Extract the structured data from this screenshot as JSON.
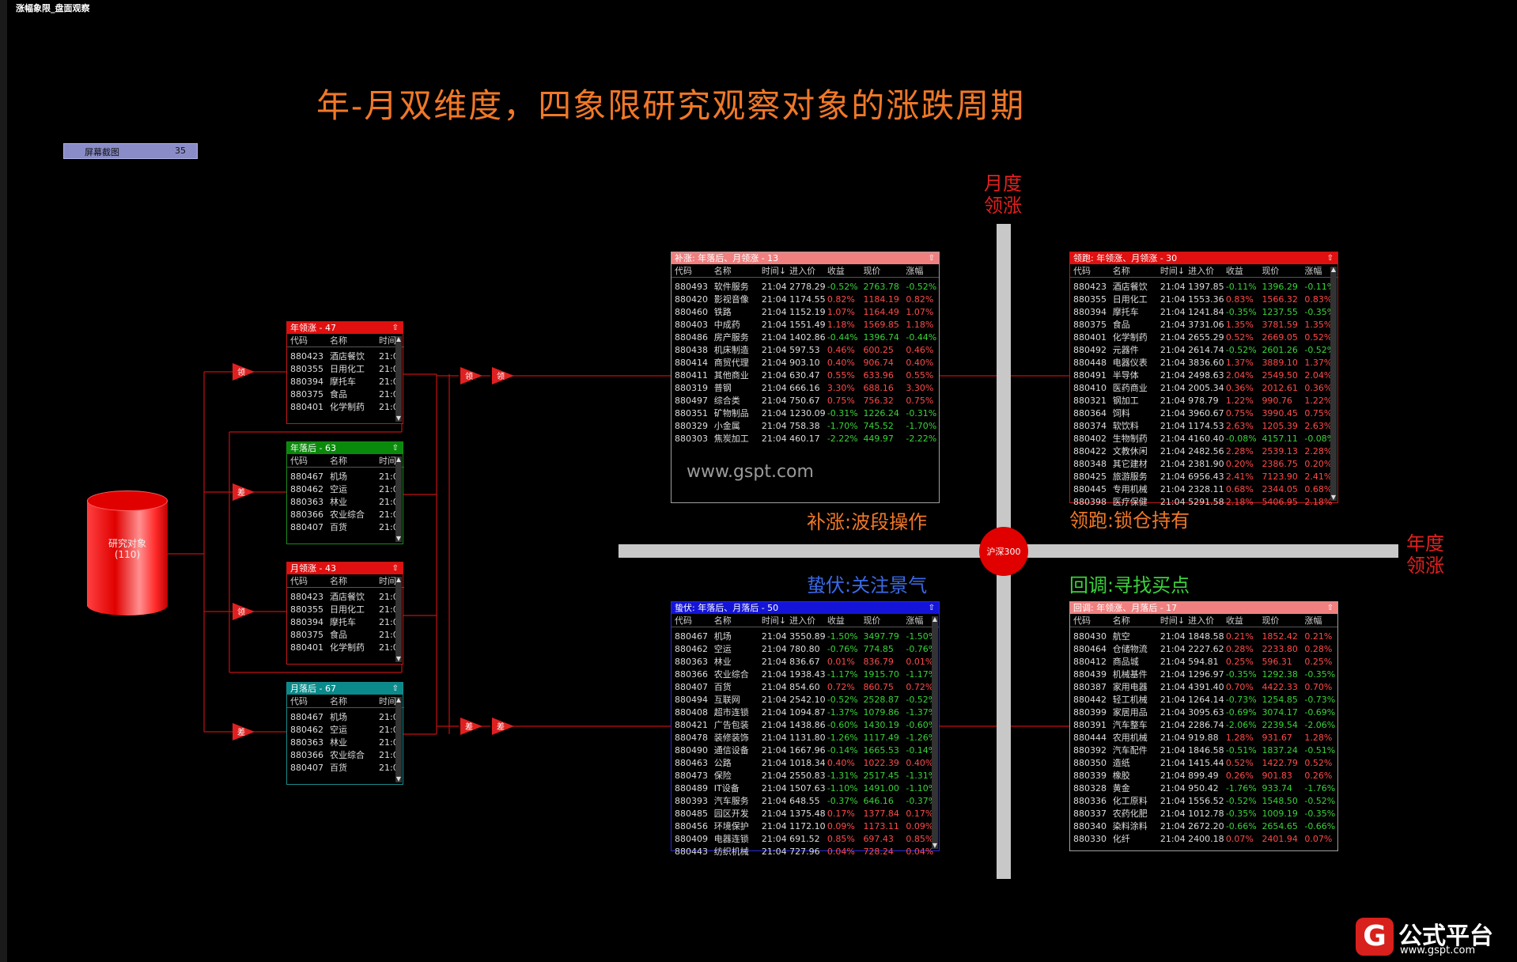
{
  "window": {
    "title": "涨幅象限_盘面观察"
  },
  "main_title": "年-月双维度，四象限研究观察对象的涨跌周期",
  "screenshot_bar": {
    "label": "屏幕截图",
    "count": "35"
  },
  "source": {
    "label": "研究对象",
    "count": "(110)"
  },
  "axis": {
    "center": "沪深300",
    "month_lead": [
      "月度",
      "领涨"
    ],
    "year_lead": [
      "年度",
      "领涨"
    ]
  },
  "quadrant_labels": {
    "catchup": "补涨:波段操作",
    "leader": "领跑:锁仓持有",
    "dormant": "蛰伏:关注景气",
    "pullback": "回调:寻找买点"
  },
  "watermark": "www.gspt.com",
  "brand": {
    "logo": "G",
    "name": "公式平台",
    "url": "www.gspt.com"
  },
  "filter_nodes": {
    "left": [
      "领",
      "差",
      "领",
      "差"
    ],
    "mid": [
      "领",
      "领",
      "差",
      "差"
    ]
  },
  "colors": {
    "red_header": "#e01010",
    "green_header": "#0a8a0a",
    "teal_header": "#0a8a8a",
    "pink_header": "#f08080",
    "blue_header": "#1414d8",
    "pos": "#ff4a4a",
    "neg": "#3ad23a",
    "title": "#f07828",
    "axis": "#c8c8c8"
  },
  "left_panels": [
    {
      "title": "年领涨 - 47",
      "color": "#e01010",
      "cols": [
        "代码",
        "名称",
        "时间"
      ],
      "rows": [
        [
          "880423",
          "酒店餐饮",
          "21:0"
        ],
        [
          "880355",
          "日用化工",
          "21:0"
        ],
        [
          "880394",
          "摩托车",
          "21:0"
        ],
        [
          "880375",
          "食品",
          "21:0"
        ],
        [
          "880401",
          "化学制药",
          "21:0"
        ]
      ]
    },
    {
      "title": "年落后 - 63",
      "color": "#0a8a0a",
      "cols": [
        "代码",
        "名称",
        "时间"
      ],
      "rows": [
        [
          "880467",
          "机场",
          "21:0"
        ],
        [
          "880462",
          "空运",
          "21:0"
        ],
        [
          "880363",
          "林业",
          "21:0"
        ],
        [
          "880366",
          "农业综合",
          "21:0"
        ],
        [
          "880407",
          "百货",
          "21:0"
        ]
      ]
    },
    {
      "title": "月领涨 - 43",
      "color": "#e01010",
      "cols": [
        "代码",
        "名称",
        "时间"
      ],
      "rows": [
        [
          "880423",
          "酒店餐饮",
          "21:0"
        ],
        [
          "880355",
          "日用化工",
          "21:0"
        ],
        [
          "880394",
          "摩托车",
          "21:0"
        ],
        [
          "880375",
          "食品",
          "21:0"
        ],
        [
          "880401",
          "化学制药",
          "21:0"
        ]
      ]
    },
    {
      "title": "月落后 - 67",
      "color": "#0a8a8a",
      "cols": [
        "代码",
        "名称",
        "时间"
      ],
      "rows": [
        [
          "880467",
          "机场",
          "21:0"
        ],
        [
          "880462",
          "空运",
          "21:0"
        ],
        [
          "880363",
          "林业",
          "21:0"
        ],
        [
          "880366",
          "农业综合",
          "21:0"
        ],
        [
          "880407",
          "百货",
          "21:0"
        ]
      ]
    }
  ],
  "quad_panels": {
    "catchup": {
      "title": "补涨: 年落后、月领涨 - 13",
      "color": "#f08080",
      "cols": [
        "代码",
        "名称",
        "时间↓",
        "进入价",
        "收益",
        "现价",
        "涨幅"
      ],
      "rows": [
        [
          "880493",
          "软件服务",
          "21:04",
          "2778.29",
          "-0.52%",
          "2763.78",
          "-0.52%"
        ],
        [
          "880420",
          "影视音像",
          "21:04",
          "1174.55",
          "0.82%",
          "1184.19",
          "0.82%"
        ],
        [
          "880460",
          "铁路",
          "21:04",
          "1152.19",
          "1.07%",
          "1164.49",
          "1.07%"
        ],
        [
          "880403",
          "中成药",
          "21:04",
          "1551.49",
          "1.18%",
          "1569.85",
          "1.18%"
        ],
        [
          "880486",
          "房产服务",
          "21:04",
          "1402.86",
          "-0.44%",
          "1396.74",
          "-0.44%"
        ],
        [
          "880438",
          "机床制造",
          "21:04",
          "597.53",
          "0.46%",
          "600.25",
          "0.46%"
        ],
        [
          "880414",
          "商贸代理",
          "21:04",
          "903.10",
          "0.40%",
          "906.74",
          "0.40%"
        ],
        [
          "880411",
          "其他商业",
          "21:04",
          "630.47",
          "0.55%",
          "633.96",
          "0.55%"
        ],
        [
          "880319",
          "普钢",
          "21:04",
          "666.16",
          "3.30%",
          "688.16",
          "3.30%"
        ],
        [
          "880497",
          "综合类",
          "21:04",
          "750.67",
          "0.75%",
          "756.32",
          "0.75%"
        ],
        [
          "880351",
          "矿物制品",
          "21:04",
          "1230.09",
          "-0.31%",
          "1226.24",
          "-0.31%"
        ],
        [
          "880329",
          "小金属",
          "21:04",
          "758.38",
          "-1.70%",
          "745.52",
          "-1.70%"
        ],
        [
          "880303",
          "焦炭加工",
          "21:04",
          "460.17",
          "-2.22%",
          "449.97",
          "-2.22%"
        ]
      ]
    },
    "leader": {
      "title": "领跑: 年领涨、月领涨 - 30",
      "color": "#e01010",
      "cols": [
        "代码",
        "名称",
        "时间↓",
        "进入价",
        "收益",
        "现价",
        "涨幅"
      ],
      "rows": [
        [
          "880423",
          "酒店餐饮",
          "21:04",
          "1397.85",
          "-0.11%",
          "1396.29",
          "-0.11%"
        ],
        [
          "880355",
          "日用化工",
          "21:04",
          "1553.36",
          "0.83%",
          "1566.32",
          "0.83%"
        ],
        [
          "880394",
          "摩托车",
          "21:04",
          "1241.84",
          "-0.35%",
          "1237.55",
          "-0.35%"
        ],
        [
          "880375",
          "食品",
          "21:04",
          "3731.06",
          "1.35%",
          "3781.59",
          "1.35%"
        ],
        [
          "880401",
          "化学制药",
          "21:04",
          "2655.29",
          "0.52%",
          "2669.05",
          "0.52%"
        ],
        [
          "880492",
          "元器件",
          "21:04",
          "2614.74",
          "-0.52%",
          "2601.26",
          "-0.52%"
        ],
        [
          "880448",
          "电器仪表",
          "21:04",
          "3836.60",
          "1.37%",
          "3889.10",
          "1.37%"
        ],
        [
          "880491",
          "半导体",
          "21:04",
          "2498.63",
          "2.04%",
          "2549.50",
          "2.04%"
        ],
        [
          "880410",
          "医药商业",
          "21:04",
          "2005.34",
          "0.36%",
          "2012.61",
          "0.36%"
        ],
        [
          "880321",
          "钢加工",
          "21:04",
          "978.79",
          "1.22%",
          "990.76",
          "1.22%"
        ],
        [
          "880364",
          "饲料",
          "21:04",
          "3960.67",
          "0.75%",
          "3990.45",
          "0.75%"
        ],
        [
          "880374",
          "软饮料",
          "21:04",
          "1174.53",
          "2.63%",
          "1205.39",
          "2.63%"
        ],
        [
          "880402",
          "生物制药",
          "21:04",
          "4160.40",
          "-0.08%",
          "4157.11",
          "-0.08%"
        ],
        [
          "880422",
          "文教休闲",
          "21:04",
          "2482.56",
          "2.28%",
          "2539.13",
          "2.28%"
        ],
        [
          "880348",
          "其它建材",
          "21:04",
          "2381.90",
          "0.20%",
          "2386.75",
          "0.20%"
        ],
        [
          "880425",
          "旅游服务",
          "21:04",
          "6956.43",
          "2.41%",
          "7123.90",
          "2.41%"
        ],
        [
          "880445",
          "专用机械",
          "21:04",
          "2328.11",
          "0.68%",
          "2344.05",
          "0.68%"
        ],
        [
          "880398",
          "医疗保健",
          "21:04",
          "5291.58",
          "2.18%",
          "5406.95",
          "2.18%"
        ]
      ]
    },
    "dormant": {
      "title": "蛰伏: 年落后、月落后 - 50",
      "color": "#1414d8",
      "cols": [
        "代码",
        "名称",
        "时间↓",
        "进入价",
        "收益",
        "现价",
        "涨幅"
      ],
      "rows": [
        [
          "880467",
          "机场",
          "21:04",
          "3550.89",
          "-1.50%",
          "3497.79",
          "-1.50%"
        ],
        [
          "880462",
          "空运",
          "21:04",
          "780.80",
          "-0.76%",
          "774.85",
          "-0.76%"
        ],
        [
          "880363",
          "林业",
          "21:04",
          "836.67",
          "0.01%",
          "836.79",
          "0.01%"
        ],
        [
          "880366",
          "农业综合",
          "21:04",
          "1938.43",
          "-1.17%",
          "1915.70",
          "-1.17%"
        ],
        [
          "880407",
          "百货",
          "21:04",
          "854.60",
          "0.72%",
          "860.75",
          "0.72%"
        ],
        [
          "880494",
          "互联网",
          "21:04",
          "2542.10",
          "-0.52%",
          "2528.87",
          "-0.52%"
        ],
        [
          "880408",
          "超市连锁",
          "21:04",
          "1094.87",
          "-1.37%",
          "1079.86",
          "-1.37%"
        ],
        [
          "880421",
          "广告包装",
          "21:04",
          "1438.86",
          "-0.60%",
          "1430.19",
          "-0.60%"
        ],
        [
          "880478",
          "装修装饰",
          "21:04",
          "1131.80",
          "-1.26%",
          "1117.49",
          "-1.26%"
        ],
        [
          "880490",
          "通信设备",
          "21:04",
          "1667.96",
          "-0.14%",
          "1665.53",
          "-0.14%"
        ],
        [
          "880463",
          "公路",
          "21:04",
          "1018.34",
          "0.40%",
          "1022.39",
          "0.40%"
        ],
        [
          "880473",
          "保险",
          "21:04",
          "2550.83",
          "-1.31%",
          "2517.45",
          "-1.31%"
        ],
        [
          "880489",
          "IT设备",
          "21:04",
          "1507.63",
          "-1.10%",
          "1491.00",
          "-1.10%"
        ],
        [
          "880393",
          "汽车服务",
          "21:04",
          "648.55",
          "-0.37%",
          "646.16",
          "-0.37%"
        ],
        [
          "880485",
          "园区开发",
          "21:04",
          "1375.48",
          "0.17%",
          "1377.84",
          "0.17%"
        ],
        [
          "880456",
          "环境保护",
          "21:04",
          "1172.10",
          "0.09%",
          "1173.11",
          "0.09%"
        ],
        [
          "880409",
          "电器连锁",
          "21:04",
          "691.52",
          "0.85%",
          "697.43",
          "0.85%"
        ],
        [
          "880443",
          "纺织机械",
          "21:04",
          "727.96",
          "0.04%",
          "728.24",
          "0.04%"
        ]
      ]
    },
    "pullback": {
      "title": "回调: 年领涨、月落后 - 17",
      "color": "#f08080",
      "cols": [
        "代码",
        "名称",
        "时间↓",
        "进入价",
        "收益",
        "现价",
        "涨幅"
      ],
      "rows": [
        [
          "880430",
          "航空",
          "21:04",
          "1848.58",
          "0.21%",
          "1852.42",
          "0.21%"
        ],
        [
          "880464",
          "仓储物流",
          "21:04",
          "2227.62",
          "0.28%",
          "2233.80",
          "0.28%"
        ],
        [
          "880412",
          "商品城",
          "21:04",
          "594.81",
          "0.25%",
          "596.31",
          "0.25%"
        ],
        [
          "880439",
          "机械基件",
          "21:04",
          "1296.97",
          "-0.35%",
          "1292.38",
          "-0.35%"
        ],
        [
          "880387",
          "家用电器",
          "21:04",
          "4391.40",
          "0.70%",
          "4422.33",
          "0.70%"
        ],
        [
          "880442",
          "轻工机械",
          "21:04",
          "1264.14",
          "-0.73%",
          "1254.85",
          "-0.73%"
        ],
        [
          "880399",
          "家居用品",
          "21:04",
          "3095.63",
          "-0.69%",
          "3074.17",
          "-0.69%"
        ],
        [
          "880391",
          "汽车整车",
          "21:04",
          "2286.74",
          "-2.06%",
          "2239.54",
          "-2.06%"
        ],
        [
          "880444",
          "农用机械",
          "21:04",
          "919.88",
          "1.28%",
          "931.67",
          "1.28%"
        ],
        [
          "880392",
          "汽车配件",
          "21:04",
          "1846.58",
          "-0.51%",
          "1837.24",
          "-0.51%"
        ],
        [
          "880350",
          "造纸",
          "21:04",
          "1415.44",
          "0.52%",
          "1422.79",
          "0.52%"
        ],
        [
          "880339",
          "橡胶",
          "21:04",
          "899.49",
          "0.26%",
          "901.83",
          "0.26%"
        ],
        [
          "880328",
          "黄金",
          "21:04",
          "950.42",
          "-1.76%",
          "933.74",
          "-1.76%"
        ],
        [
          "880336",
          "化工原料",
          "21:04",
          "1556.52",
          "-0.52%",
          "1548.50",
          "-0.52%"
        ],
        [
          "880337",
          "农药化肥",
          "21:04",
          "1012.78",
          "-0.35%",
          "1009.19",
          "-0.35%"
        ],
        [
          "880340",
          "染料涂料",
          "21:04",
          "2672.20",
          "-0.66%",
          "2654.65",
          "-0.66%"
        ],
        [
          "880330",
          "化纤",
          "21:04",
          "2400.18",
          "0.07%",
          "2401.94",
          "0.07%"
        ]
      ]
    }
  }
}
